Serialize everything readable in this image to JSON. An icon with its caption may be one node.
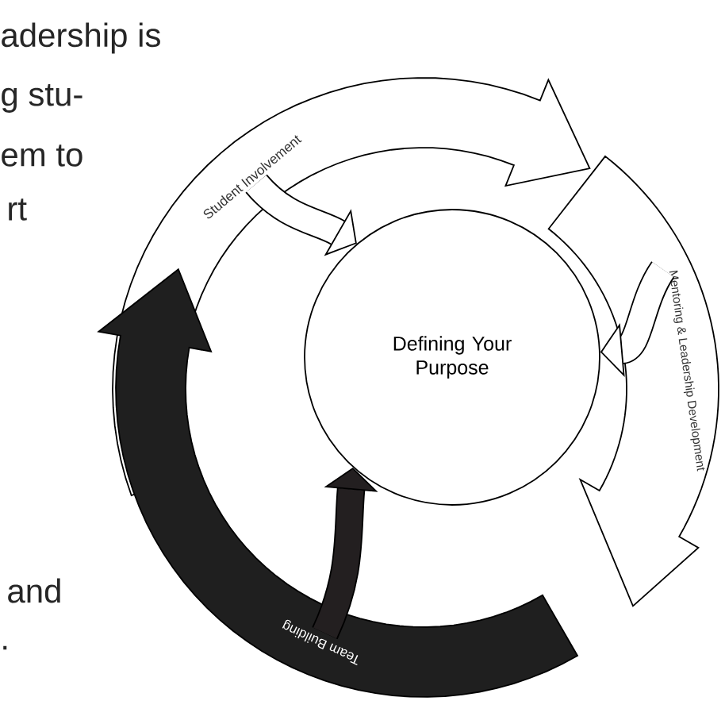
{
  "diagram": {
    "nodes": [
      {
        "text": [
          "Defining Your Purpose"
        ]
      },
      {
        "text": [
          "Student Involvement"
        ]
      },
      {
        "text": [
          "Mentoring & Leadership Development"
        ]
      },
      {
        "text": [
          "Team Building"
        ]
      }
    ],
    "edges": [
      {
        "from": 1,
        "to": 0,
        "arrow": "to"
      },
      {
        "from": 2,
        "to": 0,
        "arrow": "to"
      },
      {
        "from": 3,
        "to": 0,
        "arrow": "to",
        "color": "#231f20"
      }
    ],
    "labels": [
      "adership is",
      "g stu-",
      "em to",
      "rt",
      "and",
      "."
    ]
  }
}
